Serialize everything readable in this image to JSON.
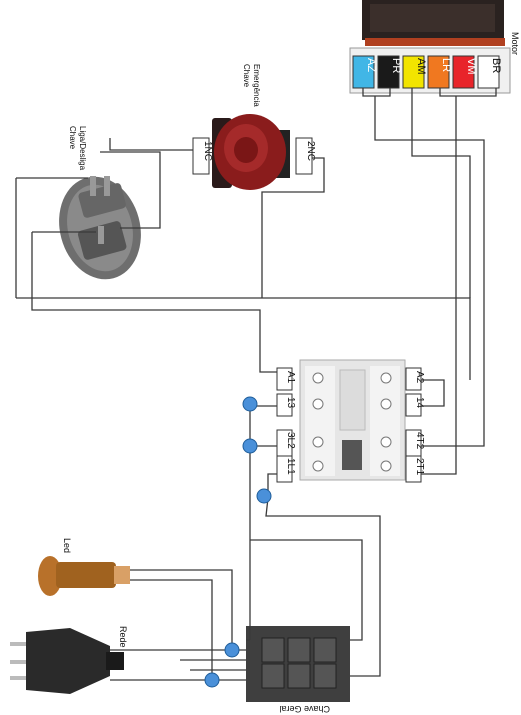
{
  "motor": {
    "label": "Motor",
    "terminals": [
      {
        "text": "AZ",
        "color": "#41b6e6"
      },
      {
        "text": "PR",
        "color": "#1a1a1a"
      },
      {
        "text": "AM",
        "color": "#f2e400"
      },
      {
        "text": "LR",
        "color": "#f07820"
      },
      {
        "text": "VM",
        "color": "#e8242a"
      },
      {
        "text": "BR",
        "color": "#ffffff"
      }
    ]
  },
  "emergency_switch": {
    "label_line1": "Chave",
    "label_line2": "Emergência",
    "nc1": "1NC",
    "nc2": "2NC"
  },
  "onoff_switch": {
    "label_line1": "Chave",
    "label_line2": "Liga/Desliga"
  },
  "contactor": {
    "left_terminals": [
      "A1",
      "13",
      "3L2",
      "1L1"
    ],
    "right_terminals": [
      "A2",
      "14",
      "4T2",
      "2T1"
    ]
  },
  "led": {
    "label": "Led"
  },
  "mains": {
    "label": "Rede"
  },
  "main_switch": {
    "label": "Chave Geral"
  },
  "colors": {
    "junction": "#4a90d9",
    "wire": "#3a3a3a",
    "emergency_red": "#8a1c1c",
    "switch_gray": "#7a7a7a"
  }
}
